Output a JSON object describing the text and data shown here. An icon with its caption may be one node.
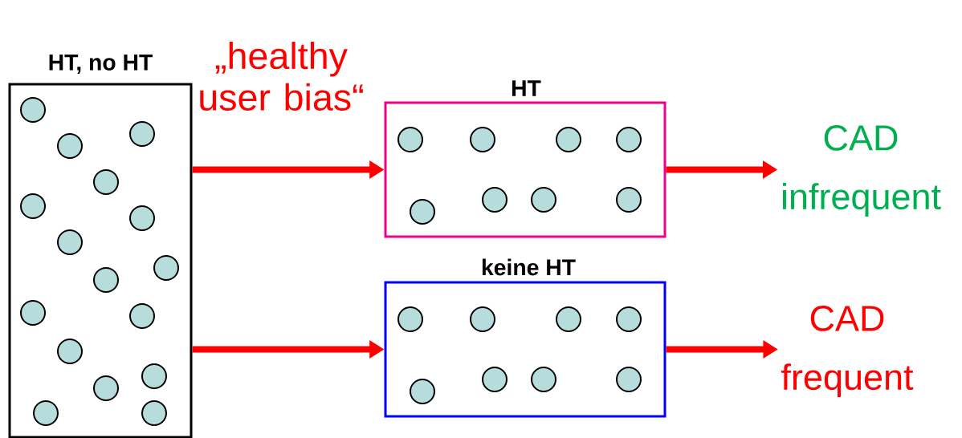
{
  "diagram": {
    "nodes": [
      {
        "text": [
          "HT, no HT"
        ]
      },
      {
        "text": [
          "HT"
        ]
      },
      {
        "text": [
          "keine HT"
        ]
      },
      {
        "text": [
          "CAD",
          "infrequent"
        ]
      },
      {
        "text": [
          "CAD",
          "frequent"
        ]
      }
    ],
    "edges": [
      {
        "from": 0,
        "to": 1,
        "arrow": "to",
        "label": "„healthy user bias“"
      },
      {
        "from": 0,
        "to": 2,
        "arrow": "to"
      },
      {
        "from": 1,
        "to": 3,
        "arrow": "to"
      },
      {
        "from": 2,
        "to": 4,
        "arrow": "to"
      }
    ]
  }
}
